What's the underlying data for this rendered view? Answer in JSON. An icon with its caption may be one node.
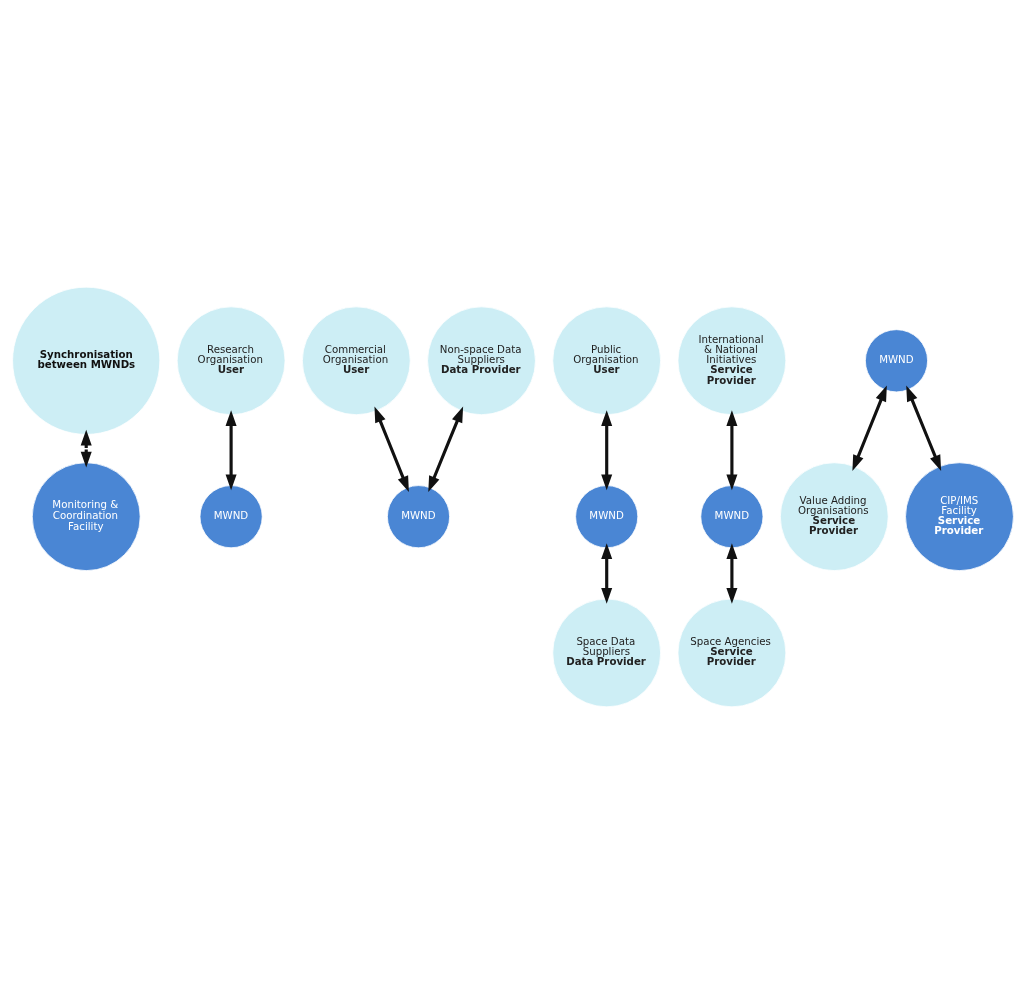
{
  "diagram": {
    "nodes": [
      {
        "text": [
          "Synchronisation between MWNDs"
        ]
      },
      {
        "text": [
          "Research Organisation",
          "User"
        ]
      },
      {
        "text": [
          "Commercial Organisation",
          "User"
        ]
      },
      {
        "text": [
          "Public Organisation",
          "User"
        ]
      },
      {
        "text": [
          "MWND"
        ]
      },
      {
        "text": [
          "Non-space Data Suppliers",
          "Data Provider"
        ]
      },
      {
        "text": [
          "MWND"
        ]
      },
      {
        "text": [
          "MWND"
        ]
      },
      {
        "text": [
          "Space Data Suppliers",
          "Data Provider"
        ]
      },
      {
        "text": [
          "International & National Initiatives",
          "Service Provider"
        ]
      },
      {
        "text": [
          "MWND"
        ]
      },
      {
        "text": [
          "MWND"
        ]
      },
      {
        "text": [
          "Value Adding Organisations",
          "Service Provider"
        ]
      },
      {
        "text": [
          "Space Agencies",
          "Service Provider"
        ]
      },
      {
        "text": [
          "CIP/IMS Facility",
          "Service Provider"
        ]
      },
      {
        "text": [
          "Monitoring & Coordination Facility"
        ]
      }
    ],
    "edges": [
      {
        "from": 1,
        "to": 4,
        "arrow": "both"
      },
      {
        "from": 2,
        "to": 6,
        "arrow": "both"
      },
      {
        "from": 5,
        "to": 6,
        "arrow": "both"
      },
      {
        "from": 3,
        "to": 7,
        "arrow": "both"
      },
      {
        "from": 7,
        "to": 8,
        "arrow": "both"
      },
      {
        "from": 9,
        "to": 10,
        "arrow": "both"
      },
      {
        "from": 10,
        "to": 13,
        "arrow": "both"
      },
      {
        "from": 11,
        "to": 12,
        "arrow": "both"
      },
      {
        "from": 11,
        "to": 14,
        "arrow": "both"
      },
      {
        "from": 0,
        "to": 15,
        "arrow": "both",
        "style": "dashed"
      }
    ]
  }
}
